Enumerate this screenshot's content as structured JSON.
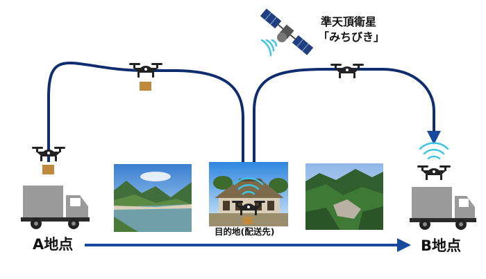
{
  "labels": {
    "point_a": "A地点",
    "point_b": "B地点",
    "destination": "目的地(配送先)",
    "satellite_line1": "準天頂衛星",
    "satellite_line2": "「みちびき」"
  },
  "colors": {
    "route": "#0f2d6e",
    "arrow": "#174a9c",
    "truck": "#9a9a9a",
    "drone": "#222222",
    "package": "#c08a3e",
    "signal": "#3ec4e6"
  },
  "photos": [
    {
      "name": "river-valley"
    },
    {
      "name": "thatched-farmhouse"
    },
    {
      "name": "mountain-village"
    }
  ]
}
